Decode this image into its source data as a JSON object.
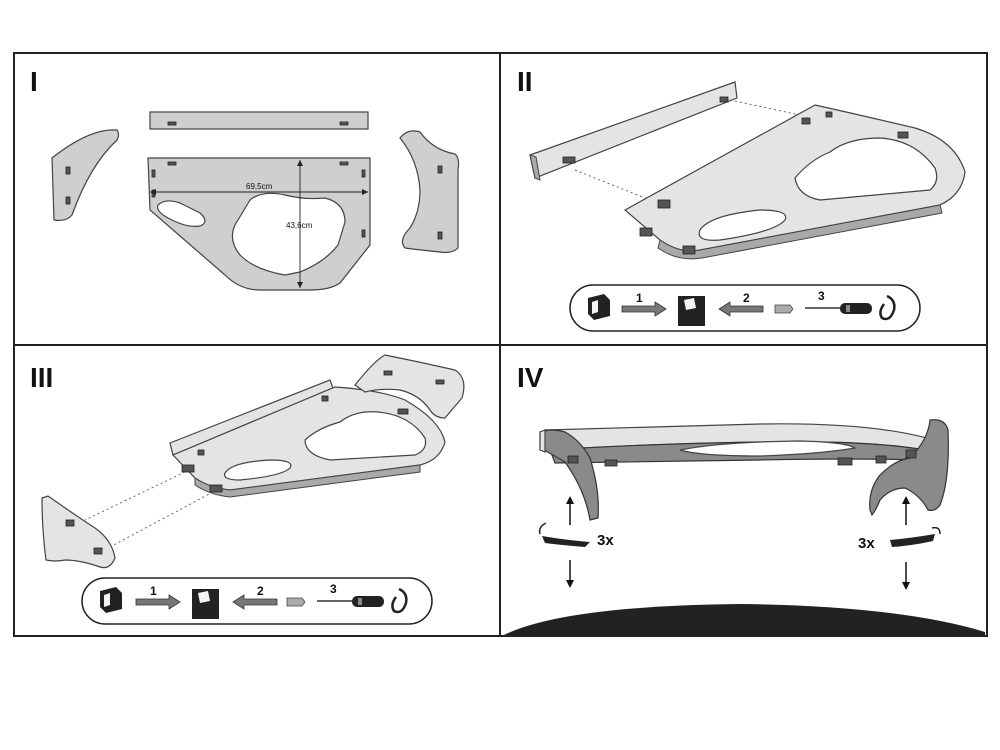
{
  "panels": [
    {
      "id": "I",
      "label": "I"
    },
    {
      "id": "II",
      "label": "II"
    },
    {
      "id": "III",
      "label": "III"
    },
    {
      "id": "IV",
      "label": "IV"
    }
  ],
  "dimensions": {
    "width": "69,5cm",
    "height": "43,6cm"
  },
  "legend_steps": [
    "1",
    "2",
    "3"
  ],
  "repeat_label": "3x"
}
